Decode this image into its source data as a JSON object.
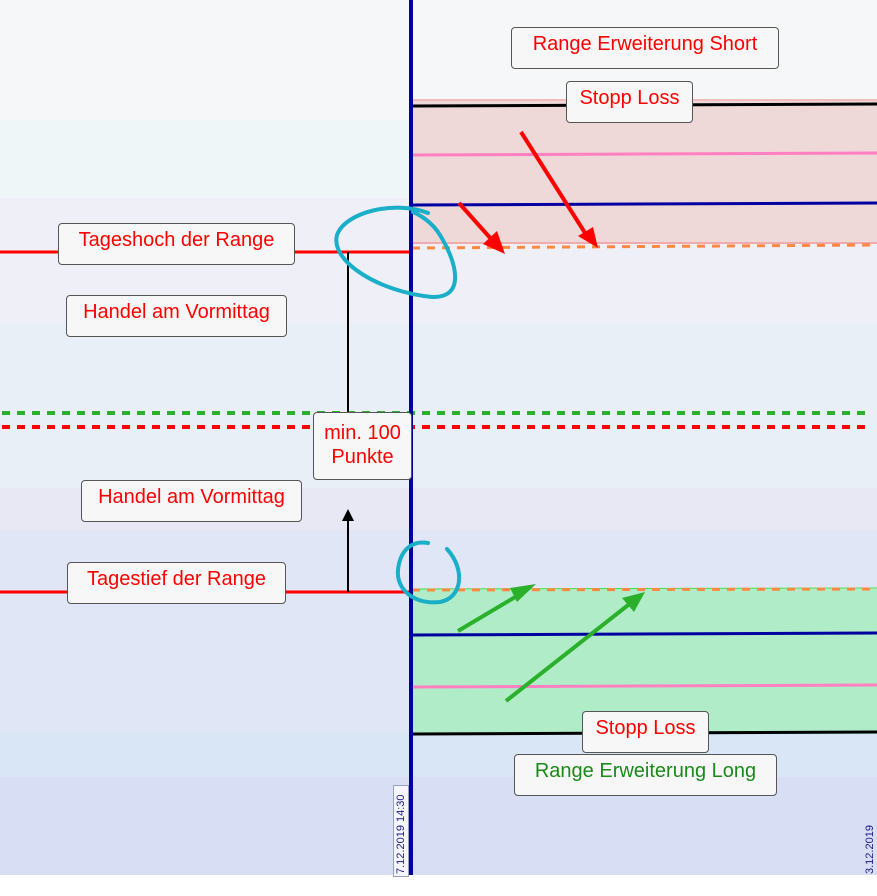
{
  "colors": {
    "range_line": "#ff0000",
    "vertical_line": "#0000a0",
    "short_zone": "#efd8d8",
    "long_zone": "#b0ecc8",
    "stop_line": "#000000",
    "mid_line": "#ff7fc0",
    "entry_dash": "#ff8840",
    "green_dash": "#2ab02a",
    "red_dash": "#ff0000",
    "highlight_circle": "#1aaec8",
    "short_arrow": "#ff0000",
    "long_arrow": "#2ab02a",
    "label_text_red": "#ff0000",
    "label_text_green": "#1a8a1a"
  },
  "labels": {
    "range_short": "Range Erweiterung Short",
    "stop_loss_top": "Stopp Loss",
    "day_high": "Tageshoch der Range",
    "morning_trade_top": "Handel am Vormittag",
    "min_points_line1": "min. 100",
    "min_points_line2": "Punkte",
    "morning_trade_bottom": "Handel am Vormittag",
    "day_low": "Tagestief der Range",
    "stop_loss_bottom": "Stopp Loss",
    "range_long": "Range Erweiterung Long"
  },
  "axis": {
    "time_label_left": "7.12.2019 14:30",
    "time_label_right": "3.12.2019"
  }
}
